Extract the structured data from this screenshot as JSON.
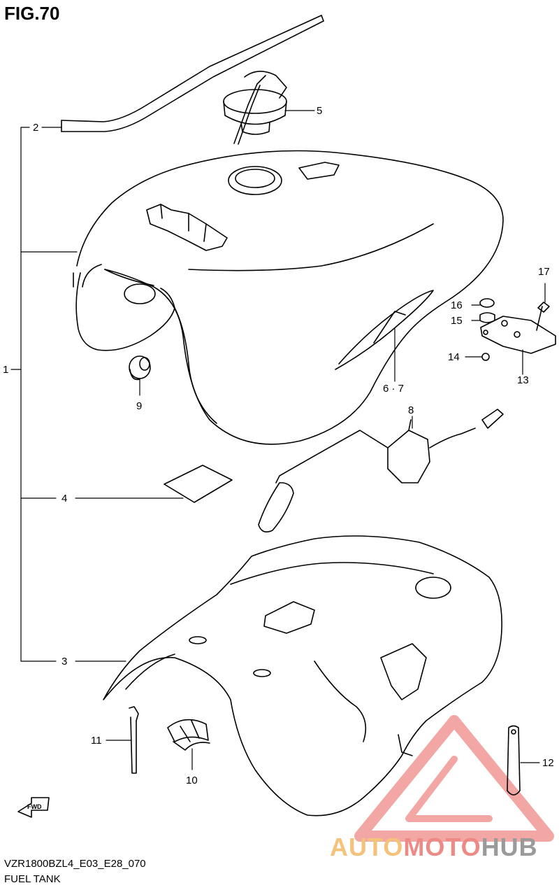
{
  "figure": {
    "title": "FIG.70",
    "code": "VZR1800BZL4_E03_E28_070",
    "name": "FUEL TANK"
  },
  "callouts": {
    "c1": "1",
    "c2": "2",
    "c3": "3",
    "c4": "4",
    "c5": "5",
    "c67": "6 · 7",
    "c8": "8",
    "c9": "9",
    "c10": "10",
    "c11": "11",
    "c12": "12",
    "c13": "13",
    "c14": "14",
    "c15": "15",
    "c16": "16",
    "c17": "17"
  },
  "fwd_label": "FWD",
  "watermark": {
    "part1": "AUTO",
    "part2": "MOTO",
    "part3": "HUB",
    "colors": {
      "auto": "#f4c27a",
      "moto": "#ee8a86",
      "hub": "#9a9a9a",
      "triangle": "#ee8a86"
    }
  },
  "icons": [
    "fwd-arrow-icon",
    "watermark-triangle-icon"
  ]
}
